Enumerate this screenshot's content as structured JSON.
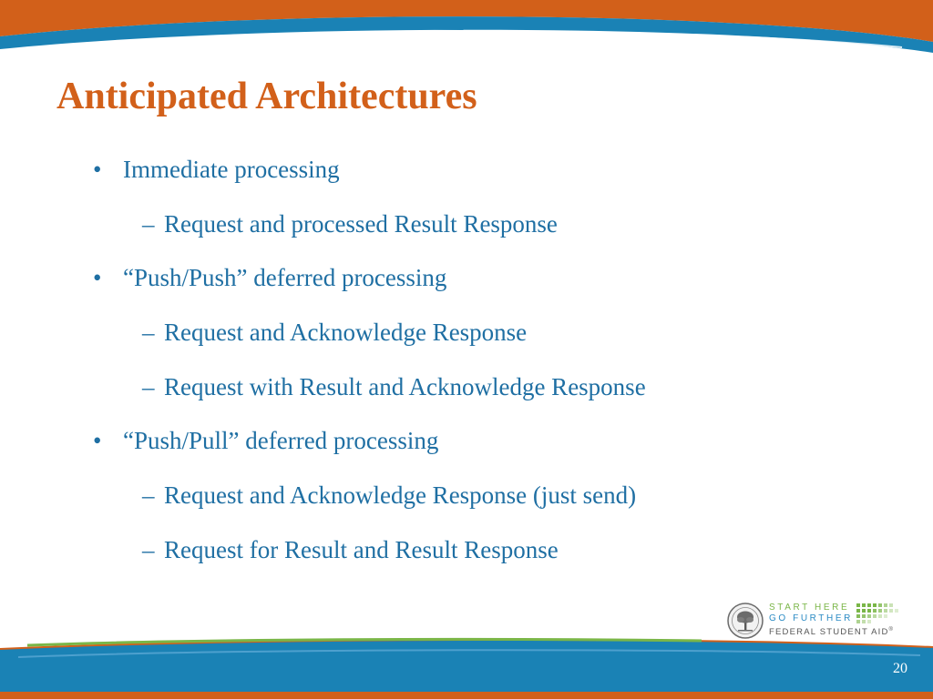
{
  "slide": {
    "title": "Anticipated Architectures",
    "page_number": "20",
    "bullets": [
      {
        "level": 1,
        "marker": "•",
        "text": "Immediate processing"
      },
      {
        "level": 2,
        "marker": "–",
        "text": "Request and processed Result Response"
      },
      {
        "level": 1,
        "marker": "•",
        "text": "“Push/Push” deferred processing"
      },
      {
        "level": 2,
        "marker": "–",
        "text": "Request and Acknowledge Response"
      },
      {
        "level": 2,
        "marker": "–",
        "text": "Request with Result and Acknowledge Response"
      },
      {
        "level": 1,
        "marker": "•",
        "text": "“Push/Pull” deferred processing"
      },
      {
        "level": 2,
        "marker": "–",
        "text": "Request and Acknowledge Response (just send)"
      },
      {
        "level": 2,
        "marker": "–",
        "text": "Request for Result and Result Response"
      }
    ]
  },
  "logo": {
    "tagline_1": "START HERE",
    "tagline_2": "GO FURTHER",
    "tagline_3": "FEDERAL STUDENT AID",
    "mark": "®"
  },
  "colors": {
    "orange": "#d2601a",
    "blue": "#1a82b5",
    "text_blue": "#1f6fa3",
    "green": "#7ab648"
  }
}
